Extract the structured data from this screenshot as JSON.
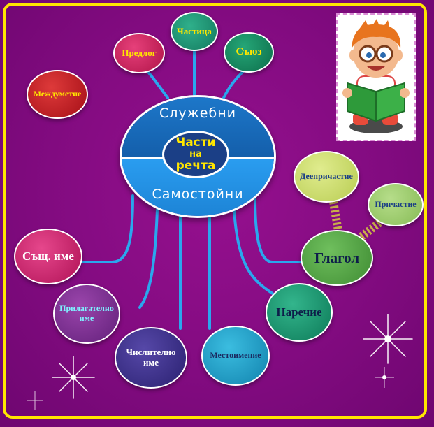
{
  "hub": {
    "center_line1": "Части",
    "center_line2": "на",
    "center_line3": "речта",
    "top_label": "Служебни",
    "bottom_label": "Самостойни"
  },
  "nodes": {
    "chastica": "Частица",
    "predlog": "Предлог",
    "sayuz": "Съюз",
    "mezhdumetie": "Междуметие",
    "deeprichastie": "Деепричастие",
    "prichastie": "Причастие",
    "glagol": "Глагол",
    "sasht_ime": "Същ. име",
    "prilagatelno_1": "Прилагателно",
    "prilagatelno_2": "име",
    "chislitelno_1": "Числително",
    "chislitelno_2": "име",
    "mestoimenie": "Местоимение",
    "narechie": "Наречие"
  },
  "colors": {
    "background": "#820b80",
    "frame": "#ffe600",
    "hub_top": "#1566b8",
    "hub_bottom": "#2393e6",
    "hub_center": "#1b3f86",
    "connector": "#2aa7ee",
    "chastica": "#1a9070",
    "predlog": "#cf1a57",
    "sayuz": "#12855a",
    "mezhdumetie": "#c2161f",
    "deeprichastie": "#cad968",
    "prichastie": "#9ccb6b",
    "glagol": "#55a546",
    "sasht_ime": "#cc1d6a",
    "prilagatelno": "#7f2c91",
    "chislitelno": "#3c2f8d",
    "mestoimenie": "#1a9fc8",
    "narechie": "#1a9b75"
  },
  "icons": {
    "illustration": "boy-reading-book-icon",
    "sparkle": "sparkle-icon"
  }
}
